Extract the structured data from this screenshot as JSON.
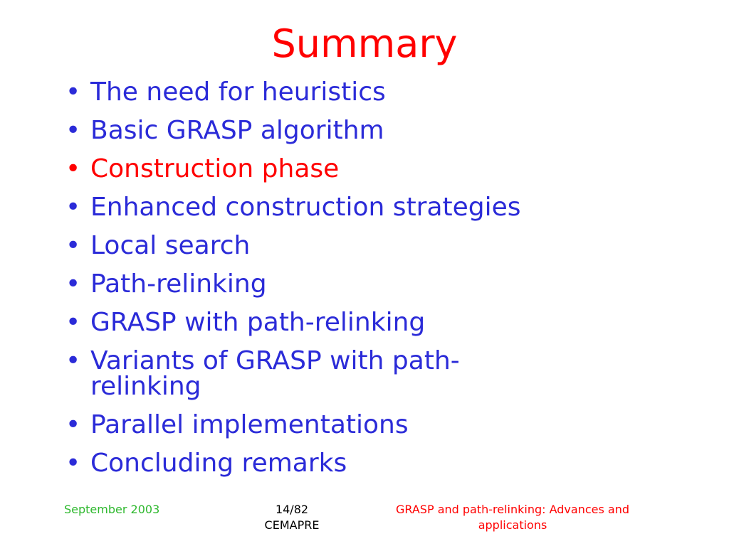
{
  "slide": {
    "title": "Summary",
    "bullets": [
      {
        "text": "The need for heuristics",
        "highlight": false
      },
      {
        "text": "Basic GRASP algorithm",
        "highlight": false
      },
      {
        "text": "Construction phase",
        "highlight": true
      },
      {
        "text": "Enhanced construction strategies",
        "highlight": false
      },
      {
        "text": "Local search",
        "highlight": false
      },
      {
        "text": "Path-relinking",
        "highlight": false
      },
      {
        "text": "GRASP with path-relinking",
        "highlight": false
      },
      {
        "text": "Variants of GRASP with path-relinking",
        "highlight": false
      },
      {
        "text": "Parallel implementations",
        "highlight": false
      },
      {
        "text": "Concluding remarks",
        "highlight": false
      }
    ],
    "bullet_glyph": "•"
  },
  "footer": {
    "date": "September 2003",
    "page": "14/82",
    "venue": "CEMAPRE",
    "talk_title_line1": "GRASP and path-relinking: Advances and",
    "talk_title_line2": "applications"
  },
  "colors": {
    "title": "#ff0000",
    "bullet_text": "#2b2bd8",
    "highlight": "#ff0000",
    "footer_date": "#2db82d",
    "footer_title": "#ff0000"
  }
}
